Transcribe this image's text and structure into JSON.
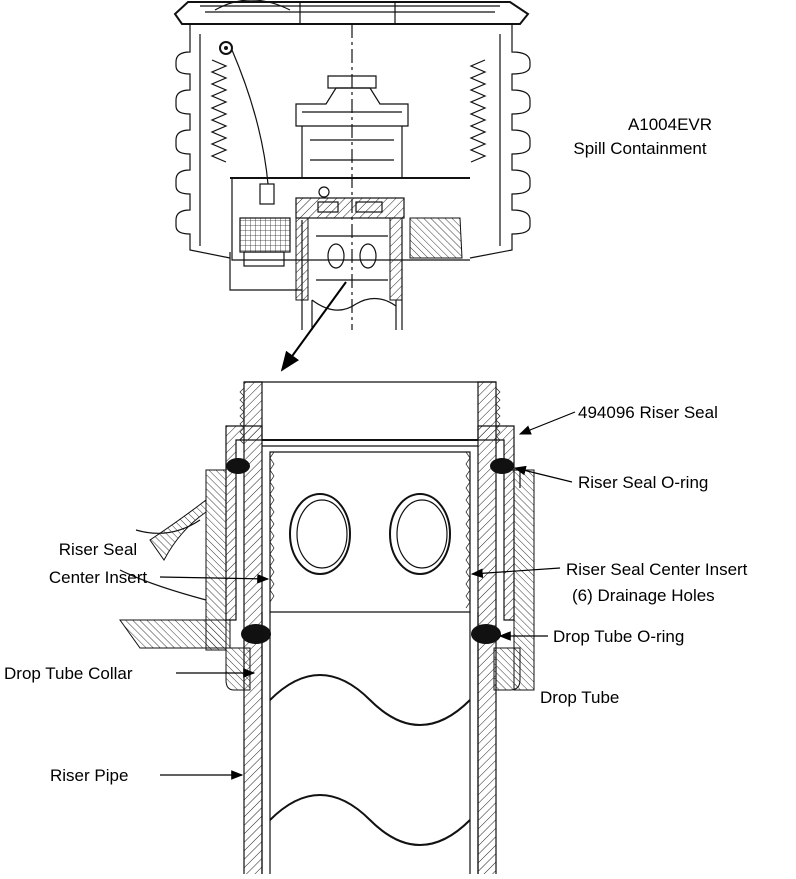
{
  "title": {
    "model": "A1004EVR",
    "subtitle": "Spill Containment"
  },
  "labels": {
    "riser_seal": "494096 Riser Seal",
    "riser_seal_oring": "Riser Seal O-ring",
    "center_insert_left_line1": "Riser Seal",
    "center_insert_left_line2": "Center Insert",
    "center_insert_right": "Riser Seal Center Insert",
    "drainage_holes": "(6) Drainage Holes",
    "drop_tube_oring": "Drop Tube O-ring",
    "drop_tube_collar": "Drop Tube Collar",
    "drop_tube": "Drop Tube",
    "riser_pipe": "Riser Pipe"
  }
}
